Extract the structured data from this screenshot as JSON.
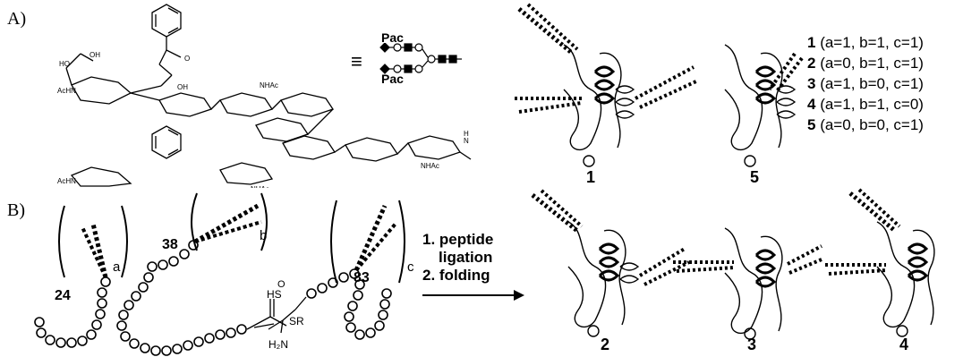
{
  "panels": {
    "a": "A)",
    "b": "B)"
  },
  "glycan": {
    "equiv": "≡",
    "pac_top": "Pac",
    "pac_bottom": "Pac",
    "labels": {
      "oh": "OH",
      "nhac": "NHAc",
      "achn": "AcHN",
      "ho": "HO",
      "o": "O",
      "n": "N",
      "h": "H"
    }
  },
  "legend": [
    {
      "num": "1",
      "text": " (a=1, b=1, c=1)"
    },
    {
      "num": "2",
      "text": " (a=0, b=1, c=1)"
    },
    {
      "num": "3",
      "text": " (a=1, b=0, c=1)"
    },
    {
      "num": "4",
      "text": " (a=1, b=1, c=0)"
    },
    {
      "num": "5",
      "text": " (a=0, b=0, c=1)"
    }
  ],
  "proteins": {
    "p1": "1",
    "p5": "5",
    "p2": "2",
    "p3": "3",
    "p4": "4"
  },
  "segments": {
    "res24": "24",
    "res38": "38",
    "res83": "83",
    "sub_a": "a",
    "sub_b": "b",
    "sub_c": "c",
    "thioester": "SR",
    "hs": "HS",
    "h2n": "H₂N",
    "o": "O"
  },
  "steps": {
    "step1a": "1. peptide",
    "step1b": "ligation",
    "step2": "2. folding"
  }
}
